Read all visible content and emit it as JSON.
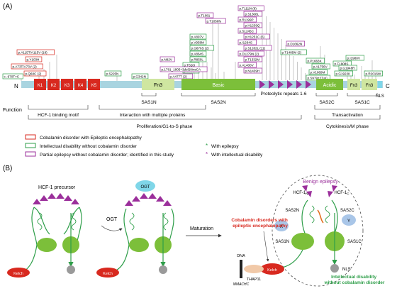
{
  "panel_a": {
    "label": "(A)",
    "n_term": "N",
    "c_term": "C",
    "domains": {
      "kelch": [
        "K1",
        "K2",
        "K3",
        "K4",
        "K5"
      ],
      "fn3_left": "Fn3",
      "basic": "Basic",
      "acidic": "Acidic",
      "fn3_right_1": "Fn3",
      "fn3_right_2": "Fn3",
      "nls": "NLS"
    },
    "variants": {
      "red": [
        "p.A115T/A115V (18)",
        "p.Y103H",
        "p.A73T/A73V (2)",
        "c.-970T>C",
        "p.Q68C (2)"
      ],
      "green_left": [
        "p.S225N",
        "p.G342N"
      ],
      "basic_green": [
        "p.A897V",
        "p.V958M",
        "p.G876S (2)",
        "p.A864S",
        "p.R850L",
        "p.T820I",
        "p.S753I"
      ],
      "basic_purple": [
        "p.T1081",
        "p.T1056fs",
        "p.1781_1805+3del29insCA",
        "p.A477T (2)",
        "p.N82V"
      ],
      "proteo_purple": [
        "p.T1119I (8)",
        "p.S1308L",
        "p.R1199P",
        "p.H1239Q",
        "p.S1245C",
        "p.H1251C (6)",
        "p.I1264S",
        "p.S1282L (11)",
        "p.D1279N (2)",
        "p.T1332M",
        "p.A1400V",
        "p.N1439H"
      ],
      "acidic": [
        "p.D1662N",
        "p.T1485M (2)"
      ],
      "fn3_right": [
        "p.P1663K",
        "p.A1756V",
        "p.V1869M",
        "p.S979+2T>C",
        "p.F1908S",
        "p.G1948R",
        "p.G1922K",
        "p.I1980V",
        "p.R2016W"
      ]
    },
    "mid_labels": {
      "proteolytic": "Proteolytic repeats 1-6",
      "sas1n": "SAS1N",
      "sas2n": "SAS2N",
      "sas2c": "SAS2C",
      "sas1c": "SAS1C"
    },
    "function": {
      "title": "Function",
      "hcf1_binding": "HCF-1 binding motif",
      "interaction": "Interaction with multiple proteins",
      "transactivation": "Transactivation",
      "proliferation": "Proliferation/G1-to-S phase",
      "cytokinesis": "Cytokinesis/M phase"
    },
    "legend": {
      "red": "Cobalamin disorder with Epileptic encephalopathy",
      "green": "Intellectual disability without cobalamin disorder",
      "purple": "Partial epilepsy without cobalamin disorder; identified in this study",
      "star_green": "With epilepsy",
      "star_purple": "With intellectual disability"
    }
  },
  "panel_b": {
    "label": "(B)",
    "precursor": "HCF-1 precursor",
    "ogt_arrow": "OGT",
    "ogt_badge": "OGT",
    "maturation": "Maturation",
    "kelch": "Kelch",
    "dna": "DNA",
    "thap11": "THAP11",
    "mmachc": "MMACHC",
    "benign": "Benign epilepsy",
    "hcf1n": "HCF-1",
    "hcf1n_sub": "N",
    "hcf1c": "HCF-1",
    "hcf1c_sub": "C",
    "sas2n": "SAS2N",
    "sas2c": "SAS2C",
    "sas1n": "SAS1N",
    "sas1c": "SAS1C",
    "x": "X",
    "y": "Y",
    "nls": "NLS",
    "cobalamin": "Cobalamin disorders with epileptic encephalopathy",
    "intellectual": "Intellectual disability without cobalamin disorder"
  },
  "colors": {
    "kelch": "#d8291f",
    "green_domain": "#7cbf3a",
    "light_green": "#cfe6a0",
    "backbone": "#a9d4e0",
    "purple": "#9b2f9b",
    "red_box": "#d8291f",
    "green_box": "#2e9e49",
    "teal": "#7fd6e8",
    "grey": "#9a9a9a"
  }
}
